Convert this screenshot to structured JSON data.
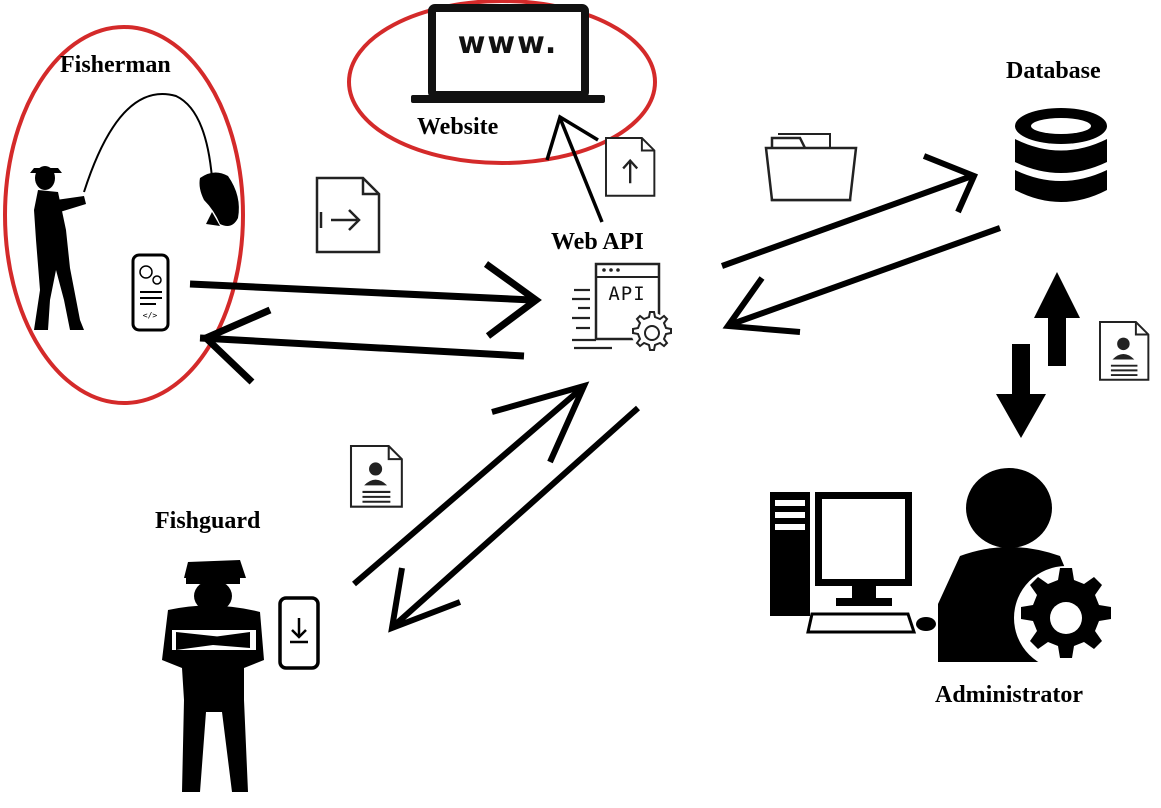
{
  "diagram": {
    "nodes": {
      "fisherman": {
        "label": "Fisherman"
      },
      "website": {
        "label": "Website",
        "screen_text": "www."
      },
      "web_api": {
        "label": "Web API",
        "icon_text": "API"
      },
      "database": {
        "label": "Database"
      },
      "fishguard": {
        "label": "Fishguard"
      },
      "administrator": {
        "label": "Administrator"
      }
    },
    "highlight_color": "#d42a2a",
    "edges": [
      {
        "from": "fisherman",
        "to": "web_api",
        "direction": "bidirectional"
      },
      {
        "from": "web_api",
        "to": "website",
        "direction": "one-way"
      },
      {
        "from": "web_api",
        "to": "database",
        "direction": "bidirectional"
      },
      {
        "from": "web_api",
        "to": "fishguard",
        "direction": "bidirectional"
      },
      {
        "from": "database",
        "to": "administrator",
        "direction": "bidirectional"
      }
    ],
    "icons": [
      "fisherman-silhouette-icon",
      "mobile-app-icon",
      "laptop-icon",
      "upload-document-icon",
      "import-document-icon",
      "api-gear-icon",
      "folder-icon",
      "database-icon",
      "profile-document-icon",
      "police-officer-icon",
      "download-phone-icon",
      "desktop-computer-icon",
      "admin-user-gear-icon"
    ]
  }
}
